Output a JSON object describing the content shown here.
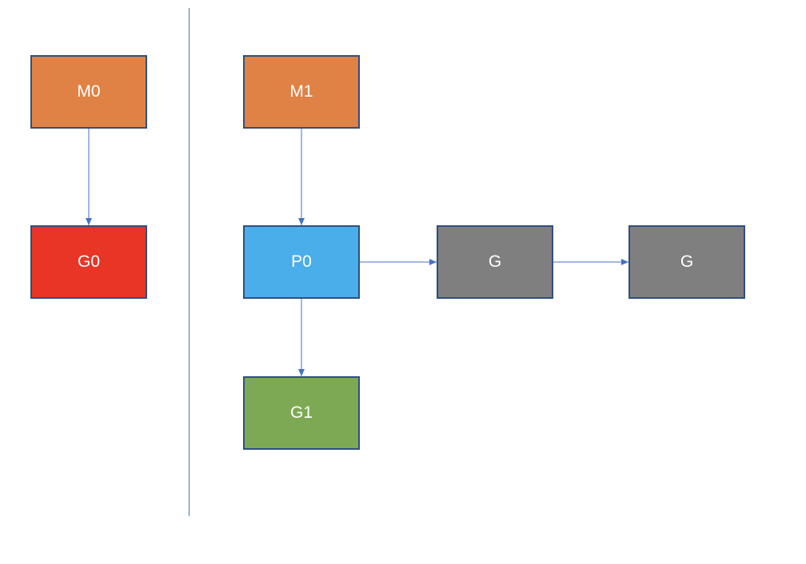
{
  "diagram": {
    "nodes": {
      "m0": {
        "label": "M0",
        "color": "#e08246"
      },
      "g0": {
        "label": "G0",
        "color": "#e83525"
      },
      "m1": {
        "label": "M1",
        "color": "#e08246"
      },
      "p0": {
        "label": "P0",
        "color": "#4aaeea"
      },
      "g_a": {
        "label": "G",
        "color": "#7f7f7f"
      },
      "g_b": {
        "label": "G",
        "color": "#7f7f7f"
      },
      "g1": {
        "label": "G1",
        "color": "#7ea954"
      }
    },
    "edges": [
      {
        "from": "m0",
        "to": "g0"
      },
      {
        "from": "m1",
        "to": "p0"
      },
      {
        "from": "p0",
        "to": "g_a"
      },
      {
        "from": "g_a",
        "to": "g_b"
      },
      {
        "from": "p0",
        "to": "g1"
      }
    ],
    "line_color": "#4472c4",
    "border_color": "#2f4f80"
  }
}
